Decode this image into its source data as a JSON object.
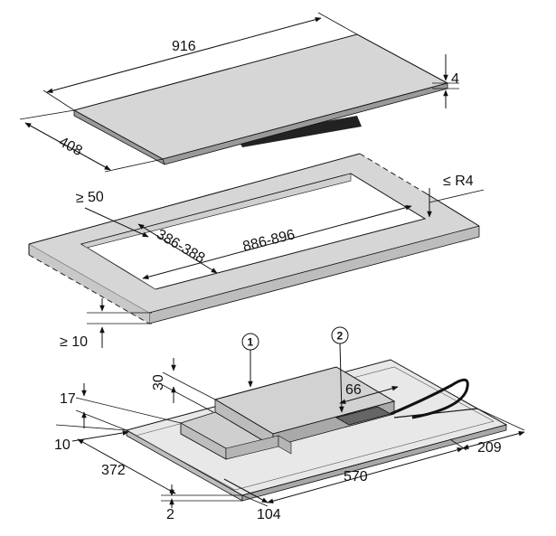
{
  "drawing": {
    "hob": {
      "width": "916",
      "depth": "408",
      "thickness": "4"
    },
    "cutout": {
      "min_edge_distance": "≥ 50",
      "depth": "386-388",
      "width": "886-896",
      "corner_radius": "≤ R4",
      "min_worktop_thickness": "≥ 10"
    },
    "underside": {
      "height_30": "30",
      "height_17": "17",
      "depth_10": "10",
      "dim_372": "372",
      "dim_2": "2",
      "dim_104": "104",
      "dim_570": "570",
      "dim_66": "66",
      "dim_209": "209",
      "callout_1": "1",
      "callout_2": "2"
    },
    "colors": {
      "panel_grey": "#d6d6d6",
      "panel_dark": "#bdbdbd",
      "line": "#111111"
    }
  }
}
